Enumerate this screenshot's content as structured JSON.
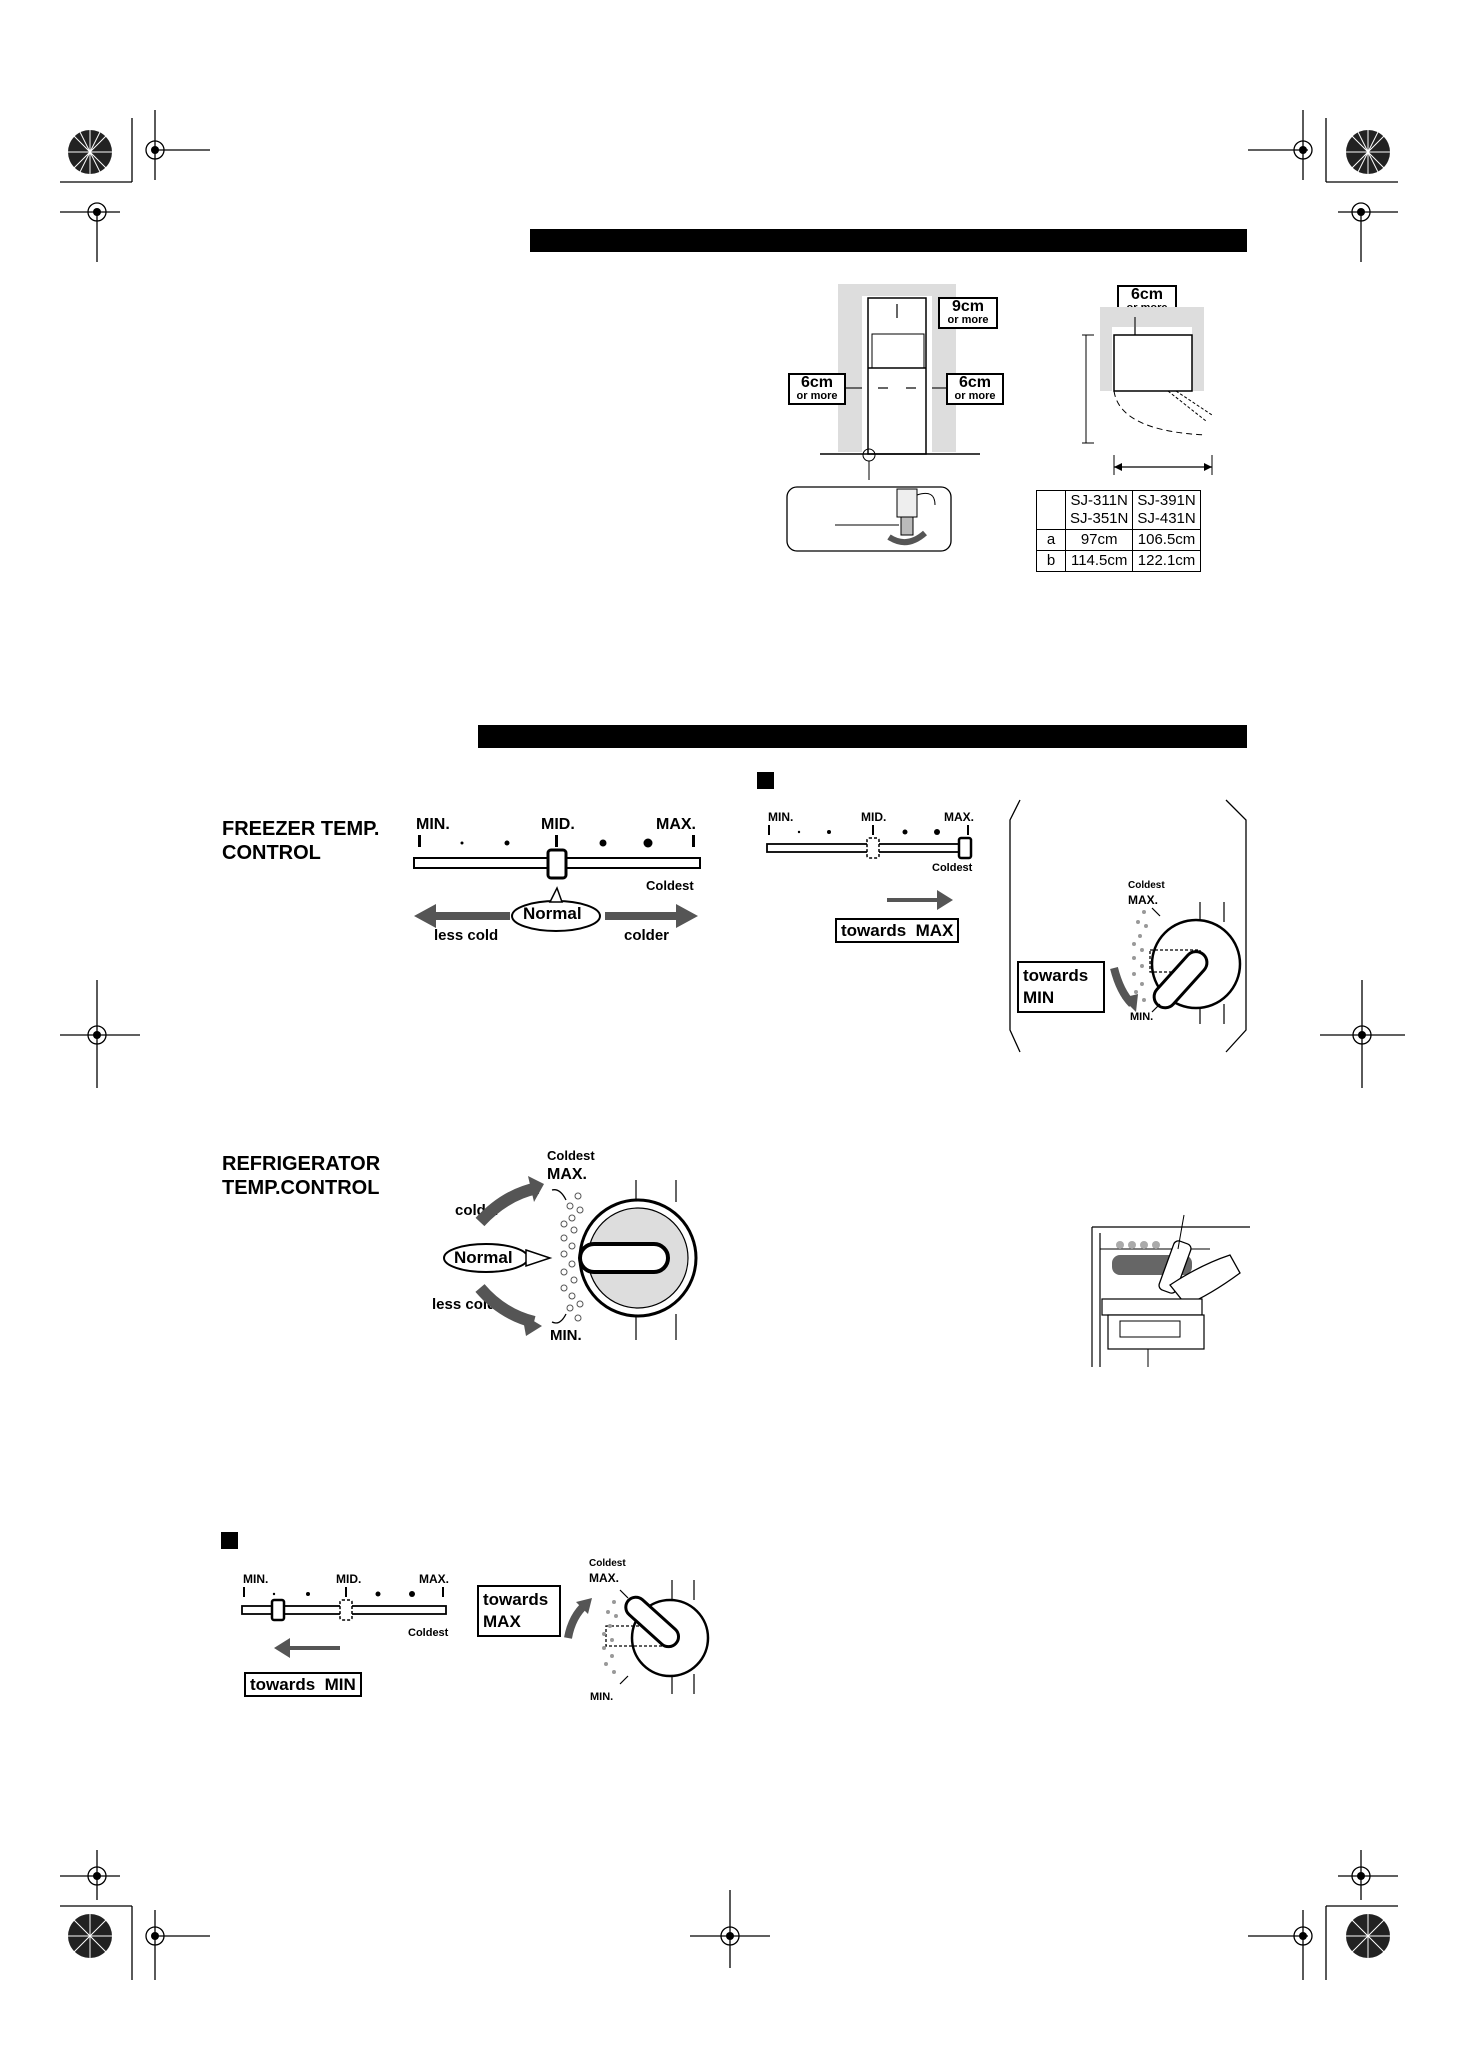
{
  "installation": {
    "front": {
      "top_clearance": "9cm",
      "top_clearance_sub": "or more",
      "left_clearance": "6cm",
      "left_clearance_sub": "or more",
      "right_clearance": "6cm",
      "right_clearance_sub": "or more"
    },
    "top_view": {
      "clearance": "6cm",
      "clearance_sub": "or more"
    },
    "dimensions_table": {
      "header": [
        "",
        "SJ-311N\nSJ-351N",
        "SJ-391N\nSJ-431N"
      ],
      "rows": [
        [
          "a",
          "97cm",
          "106.5cm"
        ],
        [
          "b",
          "114.5cm",
          "122.1cm"
        ]
      ]
    }
  },
  "freezer": {
    "heading": "FREEZER TEMP.\nCONTROL",
    "scale_min": "MIN.",
    "scale_mid": "MID.",
    "scale_max": "MAX.",
    "coldest": "Coldest",
    "normal": "Normal",
    "less_cold": "less cold",
    "colder": "colder"
  },
  "refrigerator": {
    "heading": "REFRIGERATOR\nTEMP.CONTROL",
    "coldest": "Coldest",
    "max": "MAX.",
    "min": "MIN.",
    "colder": "colder",
    "normal": "Normal",
    "less_cold": "less cold"
  },
  "adjust_right": {
    "slider_min": "MIN.",
    "slider_mid": "MID.",
    "slider_max": "MAX.",
    "coldest": "Coldest",
    "towards_max": "towards  MAX",
    "dial_coldest": "Coldest",
    "dial_max": "MAX.",
    "dial_min": "MIN.",
    "towards_min": "towards\nMIN"
  },
  "adjust_bottom": {
    "slider_min": "MIN.",
    "slider_mid": "MID.",
    "slider_max": "MAX.",
    "coldest": "Coldest",
    "towards_min": "towards  MIN",
    "towards_max": "towards\nMAX",
    "dial_coldest": "Coldest",
    "dial_max": "MAX.",
    "dial_min": "MIN."
  }
}
